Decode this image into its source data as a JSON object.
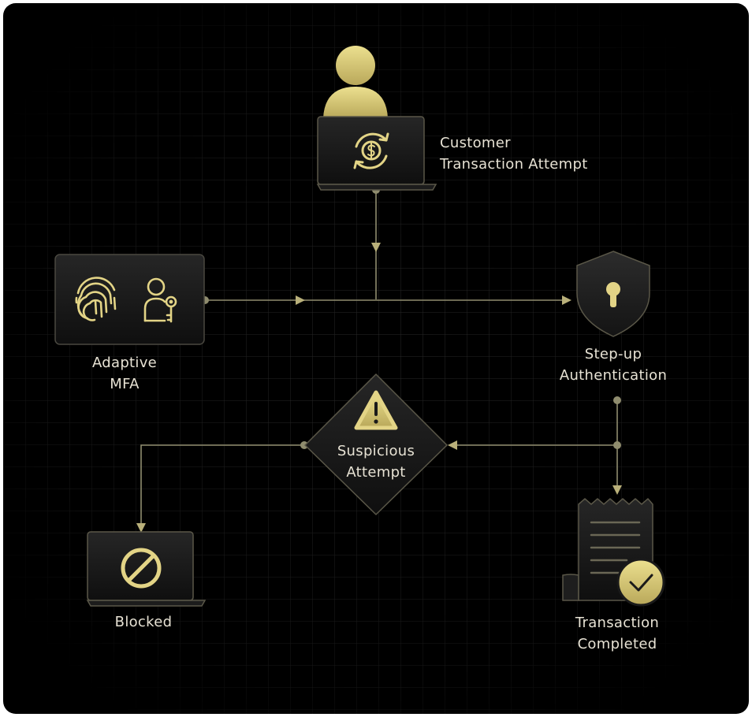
{
  "nodes": {
    "customer": {
      "line1": "Customer",
      "line2": "Transaction Attempt"
    },
    "adaptive_mfa": {
      "line1": "Adaptive",
      "line2": "MFA"
    },
    "step_up": {
      "line1": "Step-up",
      "line2": "Authentication"
    },
    "suspicious": {
      "line1": "Suspicious",
      "line2": "Attempt"
    },
    "blocked": {
      "line1": "Blocked"
    },
    "completed": {
      "line1": "Transaction",
      "line2": "Completed"
    }
  },
  "colors": {
    "background": "#000000",
    "gold": "#e3d486",
    "gold_dark": "#b9a85a",
    "connector": "#8f8c6e",
    "node_fill": "#1a1a1a",
    "text": "#e7e2d4"
  },
  "icons": [
    "dollar-exchange-icon",
    "fingerprint-icon",
    "user-key-icon",
    "shield-keyhole-icon",
    "warning-icon",
    "blocked-icon",
    "receipt-icon",
    "checkmark-icon"
  ]
}
